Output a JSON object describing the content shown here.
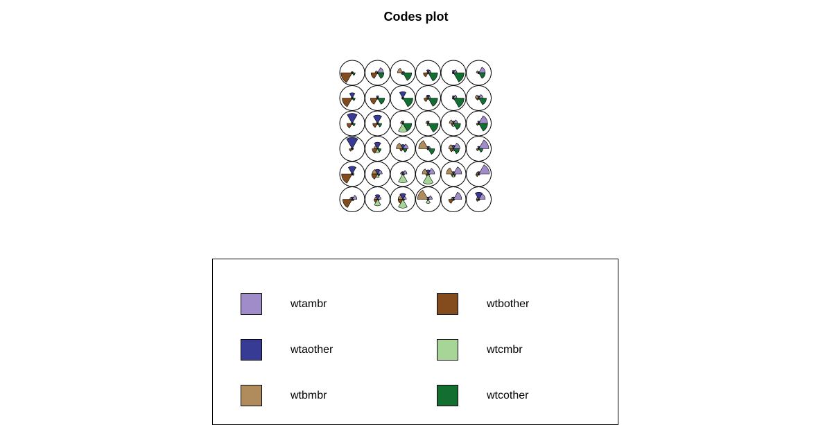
{
  "chart_data": {
    "type": "som-codes-plot",
    "title": "Codes plot",
    "grid": {
      "rows": 6,
      "cols": 6
    },
    "variables": [
      "wtambr",
      "wtaother",
      "wtbmbr",
      "wtbother",
      "wtcmbr",
      "wtcother"
    ],
    "colors": {
      "wtambr": "#a08cc8",
      "wtaother": "#373b94",
      "wtbmbr": "#b08b5c",
      "wtbother": "#844c1c",
      "wtcmbr": "#a6d597",
      "wtcother": "#136e31"
    },
    "legend_placement": "bottom",
    "legend": [
      {
        "label": "wtambr",
        "var": "wtambr"
      },
      {
        "label": "wtbother",
        "var": "wtbother"
      },
      {
        "label": "wtaother",
        "var": "wtaother"
      },
      {
        "label": "wtcmbr",
        "var": "wtcmbr"
      },
      {
        "label": "wtbmbr",
        "var": "wtbmbr"
      },
      {
        "label": "wtcother",
        "var": "wtcother"
      }
    ],
    "units": [
      [
        0.1,
        0.1,
        0.1,
        0.95,
        0.1,
        0.25
      ],
      [
        0.5,
        0.1,
        0.2,
        0.55,
        0.1,
        0.55
      ],
      [
        0.15,
        0.1,
        0.45,
        0.15,
        0.15,
        0.75
      ],
      [
        0.25,
        0.25,
        0.1,
        0.4,
        0.1,
        0.8
      ],
      [
        0.3,
        0.2,
        0.1,
        0.1,
        0.1,
        0.9
      ],
      [
        0.55,
        0.1,
        0.2,
        0.1,
        0.1,
        0.55
      ],
      [
        0.1,
        0.45,
        0.1,
        0.85,
        0.1,
        0.25
      ],
      [
        0.1,
        0.2,
        0.1,
        0.6,
        0.1,
        0.6
      ],
      [
        0.1,
        0.55,
        0.1,
        0.1,
        0.1,
        0.85
      ],
      [
        0.2,
        0.25,
        0.2,
        0.35,
        0.1,
        0.8
      ],
      [
        0.3,
        0.2,
        0.1,
        0.1,
        0.1,
        0.9
      ],
      [
        0.35,
        0.2,
        0.3,
        0.2,
        0.1,
        0.65
      ],
      [
        0.1,
        0.85,
        0.1,
        0.45,
        0.1,
        0.25
      ],
      [
        0.1,
        0.7,
        0.1,
        0.4,
        0.1,
        0.35
      ],
      [
        0.1,
        0.2,
        0.2,
        0.1,
        0.75,
        0.75
      ],
      [
        0.1,
        0.2,
        0.2,
        0.1,
        0.2,
        0.85
      ],
      [
        0.35,
        0.2,
        0.35,
        0.2,
        0.25,
        0.6
      ],
      [
        0.75,
        0.2,
        0.1,
        0.2,
        0.1,
        0.75
      ],
      [
        0.1,
        0.95,
        0.1,
        0.25,
        0.1,
        0.1
      ],
      [
        0.1,
        0.55,
        0.3,
        0.45,
        0.35,
        0.3
      ],
      [
        0.45,
        0.35,
        0.55,
        0.25,
        0.1,
        0.35
      ],
      [
        0.2,
        0.2,
        0.8,
        0.1,
        0.1,
        0.55
      ],
      [
        0.55,
        0.3,
        0.4,
        0.3,
        0.2,
        0.5
      ],
      [
        0.85,
        0.2,
        0.1,
        0.2,
        0.1,
        0.35
      ],
      [
        0.15,
        0.65,
        0.1,
        0.9,
        0.1,
        0.15
      ],
      [
        0.4,
        0.4,
        0.45,
        0.5,
        0.3,
        0.2
      ],
      [
        0.35,
        0.2,
        0.2,
        0.1,
        0.75,
        0.15
      ],
      [
        0.55,
        0.35,
        0.5,
        0.2,
        0.85,
        0.15
      ],
      [
        0.7,
        0.2,
        0.6,
        0.2,
        0.25,
        0.2
      ],
      [
        0.9,
        0.2,
        0.2,
        0.25,
        0.1,
        0.1
      ],
      [
        0.4,
        0.2,
        0.2,
        0.8,
        0.1,
        0.15
      ],
      [
        0.3,
        0.4,
        0.25,
        0.3,
        0.55,
        0.15
      ],
      [
        0.3,
        0.5,
        0.4,
        0.4,
        0.75,
        0.15
      ],
      [
        0.35,
        0.2,
        0.9,
        0.1,
        0.35,
        0.1
      ],
      [
        0.7,
        0.2,
        0.2,
        0.4,
        0.1,
        0.1
      ],
      [
        0.55,
        0.6,
        0.2,
        0.2,
        0.1,
        0.1
      ]
    ]
  }
}
